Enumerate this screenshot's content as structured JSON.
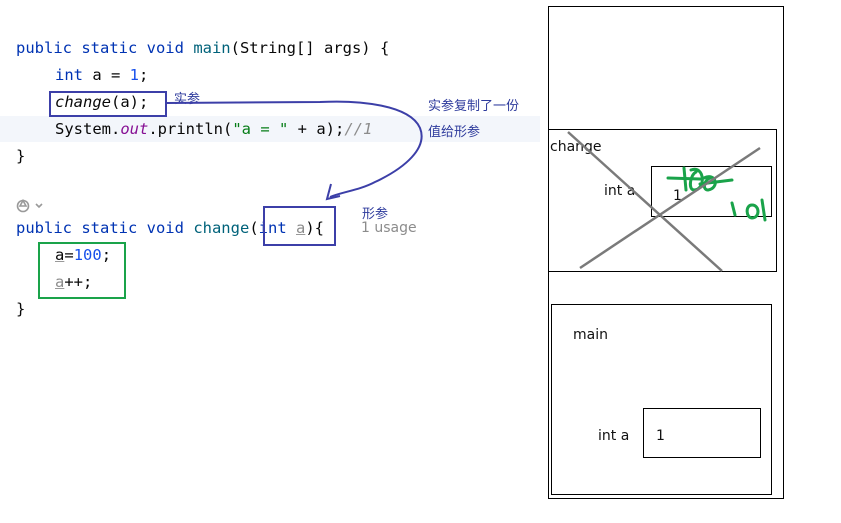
{
  "code": {
    "line1": {
      "kw": "public static void ",
      "fn": "main",
      "rest": "(String[] args) {"
    },
    "line2": {
      "kw": "int",
      "rest": " a = ",
      "num": "1",
      "end": ";"
    },
    "line3": {
      "call": "change",
      "rest": "(a);"
    },
    "line4": {
      "pre": "System.",
      "field": "out",
      "mid": ".println(",
      "str": "\"a = \"",
      "post": " + a);",
      "cmt": "//1"
    },
    "brace": "}",
    "line5": {
      "kw": "public static void ",
      "fn": "change",
      "p1": "(",
      "pkw": "int",
      "sp": " ",
      "param": "a",
      "p2": "){"
    },
    "usage": "1 usage",
    "line6": {
      "var": "a",
      "eq": "=",
      "num": "100",
      "end": ";"
    },
    "line7": {
      "var": "a",
      "op": "++;"
    }
  },
  "annotations": {
    "actual_param": "实参",
    "copy_note_line1": "实参复制了一份",
    "copy_note_line2": "值给形参",
    "formal_param": "形参"
  },
  "stack": {
    "change_frame": {
      "title": "change",
      "var_label": "int a",
      "old_value": "1",
      "handwritten": [
        "100",
        "101"
      ]
    },
    "main_frame": {
      "title": "main",
      "var_label": "int a",
      "value": "1"
    }
  },
  "colors": {
    "annotation_blue": "#3c3fa8",
    "handwritten_green": "#1aa34a",
    "cross_grey": "#7a7a7a"
  }
}
